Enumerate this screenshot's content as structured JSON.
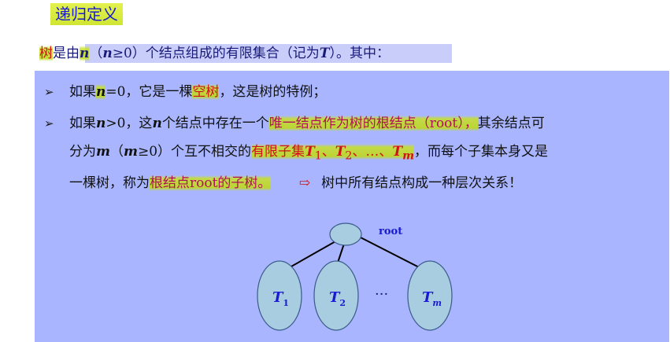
{
  "title": "递归定义",
  "definition": {
    "p1": "树",
    "p2": "是由",
    "p3": "n",
    "p4": "（",
    "p5": "n",
    "p6": "≥0）个结点组成的有限集合（记为",
    "p7": "T",
    "p8": "）。其中："
  },
  "bullets": [
    {
      "marker": "➢",
      "parts": [
        "如果",
        "n",
        "=0，它是一棵",
        "空树",
        "，这是树的特例；"
      ]
    },
    {
      "marker": "➢",
      "line1": [
        "如果",
        "n",
        ">0，这",
        "n",
        "个结点中存在一个",
        "唯一结点作为树的根结点（root），",
        "其余结点可"
      ],
      "line2": [
        "分为",
        "m",
        "（",
        "m",
        "≥0）个互不相交的",
        "有限子集",
        "T",
        "1",
        "、",
        "T",
        "2",
        "、…、",
        "T",
        "m",
        "，而每个子集本身又是"
      ],
      "line3": [
        "一棵树，称为",
        "根结点root的子树。",
        "⇨",
        "树中所有结点构成一种层次关系！"
      ]
    }
  ],
  "diagram": {
    "root_label": "root",
    "subtrees": [
      {
        "label": "T",
        "sub": "1"
      },
      {
        "label": "T",
        "sub": "2"
      },
      {
        "label": "T",
        "sub": "m"
      }
    ],
    "ellipsis": "···"
  },
  "colors": {
    "panel": "#a9b6ff",
    "highlight": "#c8e028",
    "title_blue": "#1b1bd0",
    "red": "#d0101a",
    "tree_fill": "#a8cde0",
    "tree_stroke": "#3a5a8a"
  }
}
